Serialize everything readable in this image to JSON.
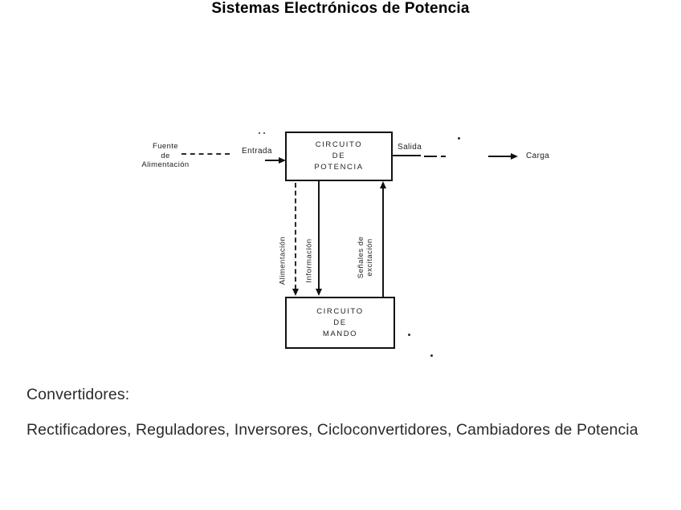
{
  "title": "Sistemas Electrónicos de Potencia",
  "diagram": {
    "source": {
      "line1": "Fuente",
      "line2": "de",
      "line3": "Alimentación"
    },
    "input_label": "Entrada",
    "output_label": "Salida",
    "load_label": "Carga",
    "power_box": {
      "line1": "CIRCUITO",
      "line2": "DE",
      "line3": "POTENCIA"
    },
    "control_box": {
      "line1": "CIRCUITO",
      "line2": "DE",
      "line3": "MANDO"
    },
    "flows": {
      "supply": "Alimentación",
      "information": "Información",
      "excitation_line1": "Señales de",
      "excitation_line2": "excitación"
    }
  },
  "notes": {
    "heading": "Convertidores:",
    "converter_list": "Rectificadores, Reguladores, Inversores, Cicloconvertidores, Cambiadores de Potencia"
  },
  "colors": {
    "ink": "#101010",
    "background": "#ffffff"
  }
}
